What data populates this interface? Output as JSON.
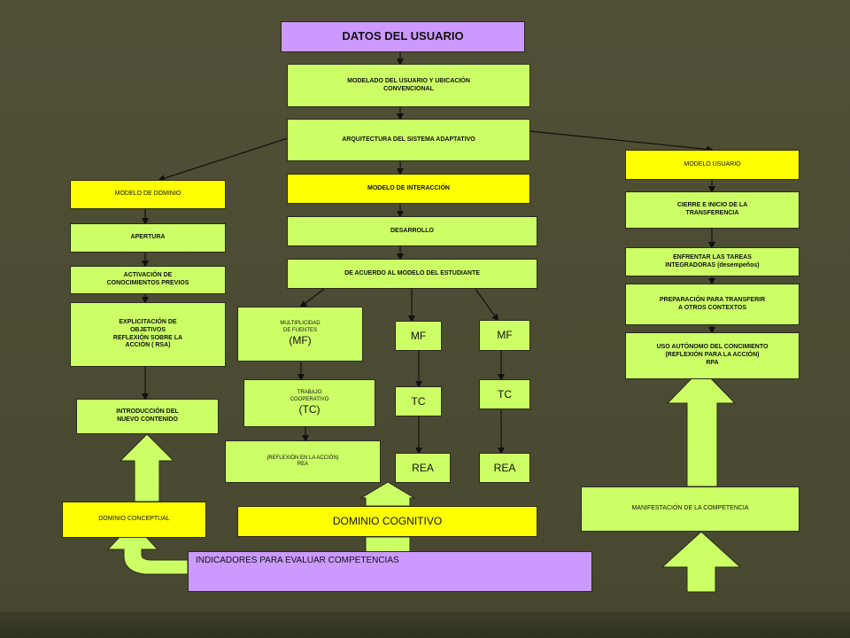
{
  "title": "DATOS DEL USUARIO",
  "center": {
    "modelado": "MODELADO  DEL  USUARIO  Y UBICACIÓN\nCONVENCIONAL",
    "arquitectura": "ARQUITECTURA DEL SISTEMA ADAPTATIVO",
    "modelo_interaccion": "MODELO DE INTERACCIÓN",
    "desarrollo": "DESARROLLO",
    "acuerdo": "DE ACUERDO AL MODELO DEL ESTUDIANTE",
    "multiplicidad": "MULTIPLICIDAD\nDE FUENTES",
    "multiplicidad_abbr": "(MF)",
    "trabajo": "TRABAJO\nCOOPERATIVO",
    "trabajo_abbr": "(TC)",
    "reflexion": "(REFLEXIÓN  EN  LA  ACCIÓN)\nREA",
    "mf1": "MF",
    "mf2": "MF",
    "tc1": "TC",
    "tc2": "TC",
    "rea1": "REA",
    "rea2": "REA",
    "dominio_cognitivo": "DOMINIO COGNITIVO"
  },
  "left": {
    "modelo_dominio": "MODELO DE DOMINIO",
    "apertura": "APERTURA",
    "activacion": "ACTIVACIÓN DE\nCONOCIMIENTOS PREVIOS",
    "explicitacion": "EXPLICITACIÓN DE\nOBJETIVOS\nREFLEXIÓN SOBRE LA\nACCIÓN  ( RSA)",
    "introduccion": "INTRODUCCIÓN DEL\nNUEVO CONTENIDO",
    "dominio_conceptual": "DOMINIO CONCEPTUAL"
  },
  "right": {
    "modelo_usuario": "MODELO USUARIO",
    "cierre": "CIERRE E INICIO DE LA\nTRANSFERENCIA",
    "enfrentar": "ENFRENTAR LAS TAREAS\nINTEGRADORAS (desempeños)",
    "preparacion": "PREPARACIÓN PARA TRANSFERIR\nA  OTROS CONTEXTOS",
    "uso": "USO AUTÓNOMO DEL CONCIMIENTO\n(REFLEXIÓN PARA LA ACCIÓN)\nRPA",
    "manifestacion": "MANIFESTACIÓN  DE LA COMPETENCIA"
  },
  "indicadores": "INDICADORES PARA EVALUAR COMPETENCIAS",
  "colors": {
    "background": "#4c4c34",
    "green_box": "#ccff66",
    "yellow_box": "#ffff00",
    "purple_box": "#cc99ff",
    "arrow_fill": "#ccff66"
  }
}
